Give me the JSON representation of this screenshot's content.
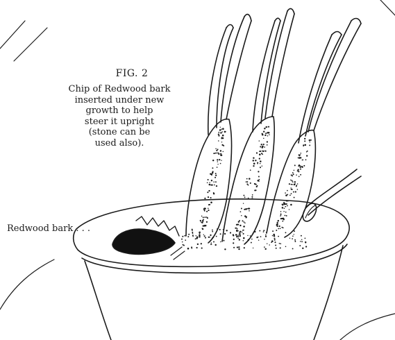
{
  "figure": {
    "title": "FIG. 2",
    "caption_lines": [
      "Chip of Redwood bark",
      "inserted under new",
      "growth to help",
      "steer it upright",
      "(stone can be",
      "used also)."
    ]
  },
  "labels": {
    "redwood_bark": "Redwood bark . . ."
  },
  "colors": {
    "ink": "#1a1a1a",
    "background": "#ffffff"
  }
}
